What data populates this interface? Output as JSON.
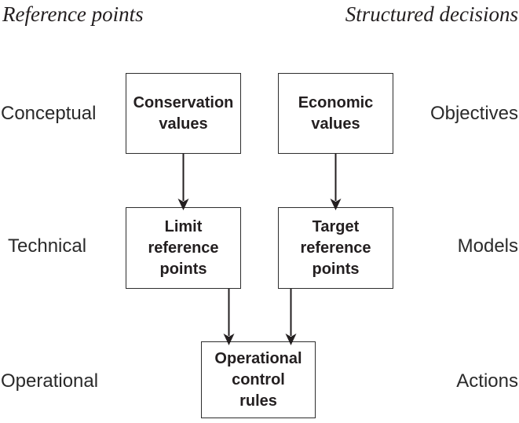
{
  "header": {
    "left_title": "Reference points",
    "right_title": "Structured decisions"
  },
  "row_labels": {
    "left": [
      "Conceptual",
      "Technical",
      "Operational"
    ],
    "right": [
      "Objectives",
      "Models",
      "Actions"
    ]
  },
  "nodes": {
    "conservation": {
      "label": "Conservation\nvalues"
    },
    "economic": {
      "label": "Economic\nvalues"
    },
    "limit": {
      "label": "Limit\nreference\npoints"
    },
    "target": {
      "label": "Target\nreference\npoints"
    },
    "operational": {
      "label": "Operational\ncontrol\nrules"
    }
  },
  "edges": [
    {
      "from": "conservation",
      "to": "limit"
    },
    {
      "from": "economic",
      "to": "target"
    },
    {
      "from": "limit",
      "to": "operational"
    },
    {
      "from": "target",
      "to": "operational"
    }
  ],
  "colors": {
    "text": "#231f20",
    "box_border": "#2d2d2d",
    "arrow": "#231f20",
    "background": "#ffffff"
  }
}
